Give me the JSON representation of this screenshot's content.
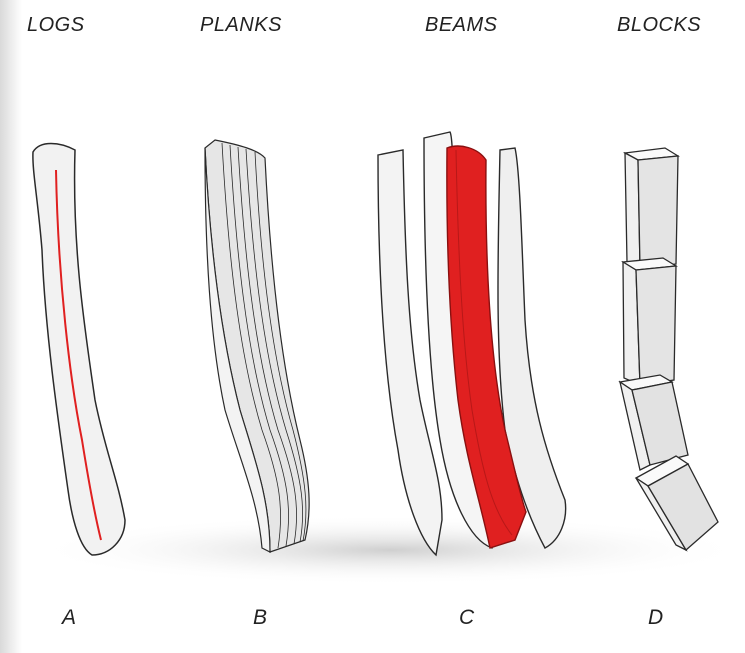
{
  "categories": [
    {
      "title": "LOGS",
      "letter": "A"
    },
    {
      "title": "PLANKS",
      "letter": "B"
    },
    {
      "title": "BEAMS",
      "letter": "C"
    },
    {
      "title": "BLOCKS",
      "letter": "D"
    }
  ],
  "colors": {
    "highlight": "#e02020",
    "outline": "#2a2a2a",
    "fill": "#f1f1f1"
  }
}
